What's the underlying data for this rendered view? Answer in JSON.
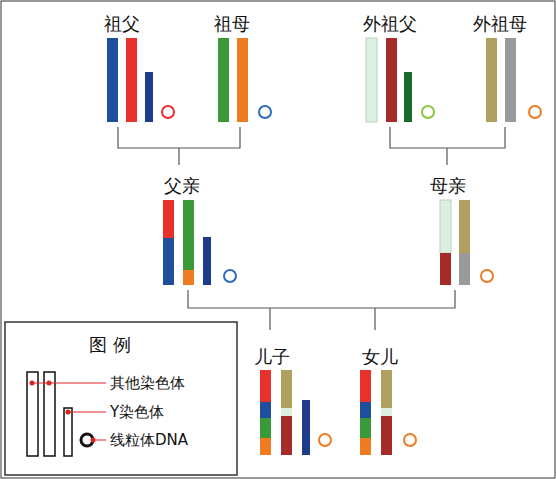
{
  "diagram": {
    "labels": [
      "祖父",
      "祖母",
      "外祖父",
      "外祖母",
      "父亲",
      "母亲",
      "儿子",
      "女儿",
      "图 例"
    ],
    "legend": [
      {
        "text": "其他染色体"
      },
      {
        "text": "Y染色体"
      },
      {
        "text": "线粒体DNA"
      }
    ]
  }
}
